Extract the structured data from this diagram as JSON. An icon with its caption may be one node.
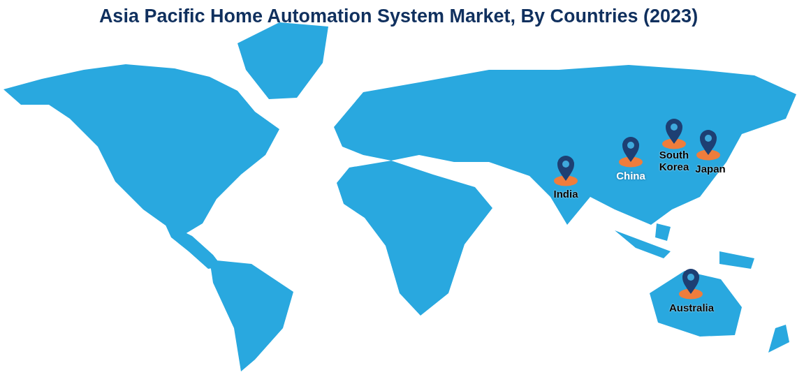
{
  "diagram": {
    "title": "Asia Pacific Home Automation System Market, By Countries (2023)",
    "labels": [
      "South Korea",
      "Japan",
      "China",
      "India",
      "Australia"
    ]
  }
}
